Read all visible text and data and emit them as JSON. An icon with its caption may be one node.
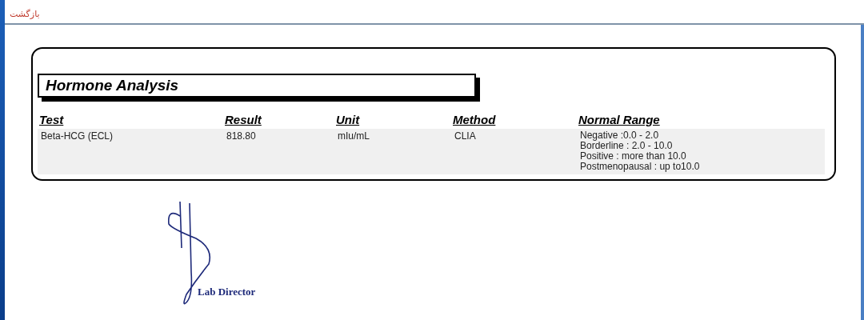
{
  "diagram": {
    "title": "Hormone Analysis",
    "labels": [
      "بازگشت",
      "Test",
      "Result",
      "Unit",
      "Method",
      "Normal Range",
      "Beta-HCG (ECL)",
      "818.80",
      "mIu/mL",
      "CLIA",
      "Negative :0.0 - 2.0",
      "Borderline : 2.0 - 10.0",
      "Positive : more than 10.0",
      "Postmenopausal : up to10.0",
      "Lab Director"
    ]
  }
}
